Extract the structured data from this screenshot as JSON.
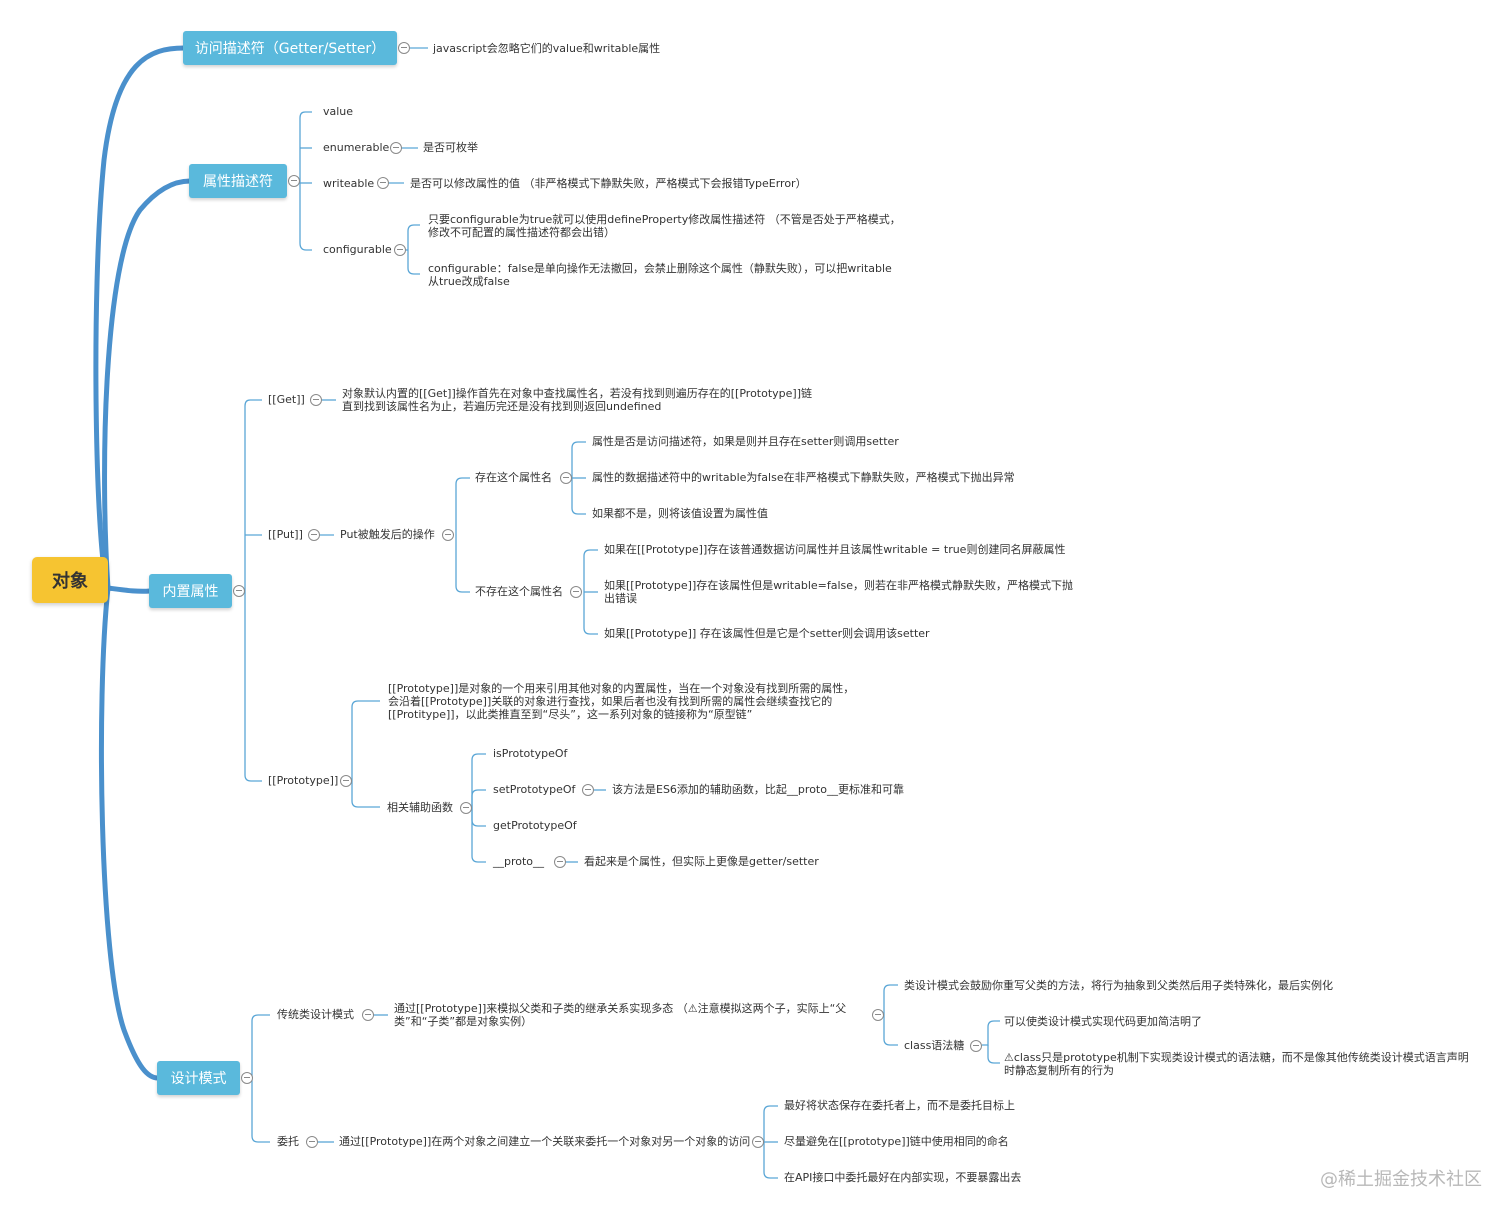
{
  "root": "对象",
  "accessor": {
    "label": "访问描述符（Getter/Setter）",
    "note": "javascript会忽略它们的value和writable属性"
  },
  "descriptor": {
    "label": "属性描述符",
    "value": "value",
    "enumerable": "enumerable",
    "enumerable_note": "是否可枚举",
    "writeable": "writeable",
    "writeable_note": "是否可以修改属性的值 （非严格模式下静默失败，严格模式下会报错TypeError）",
    "configurable": "configurable",
    "configurable_note1_l1": "只要configurable为true就可以使用defineProperty修改属性描述符 （不管是否处于严格模式，",
    "configurable_note1_l2": "修改不可配置的属性描述符都会出错）",
    "configurable_note2_l1": "configurable：false是单向操作无法撤回，会禁止删除这个属性（静默失败），可以把writable",
    "configurable_note2_l2": "从true改成false"
  },
  "builtin": {
    "label": "内置属性",
    "get": "[[Get]]",
    "get_note_l1": "对象默认内置的[[Get]]操作首先在对象中查找属性名，若没有找到则遍历存在的[[Prototype]]链",
    "get_note_l2": "直到找到该属性名为止，若遍历完还是没有找到则返回undefined",
    "put": "[[Put]]",
    "put_trigger": "Put被触发后的操作",
    "exists": "存在这个属性名",
    "exists_1": "属性是否是访问描述符，如果是则并且存在setter则调用setter",
    "exists_2": "属性的数据描述符中的writable为false在非严格模式下静默失败，严格模式下抛出异常",
    "exists_3": "如果都不是，则将该值设置为属性值",
    "notexists": "不存在这个属性名",
    "notexists_1": "如果在[[Prototype]]存在该普通数据访问属性并且该属性writable = true则创建同名屏蔽属性",
    "notexists_2_l1": "如果[[Prototype]]存在该属性但是writable=false，则若在非严格模式静默失败，严格模式下抛",
    "notexists_2_l2": "出错误",
    "notexists_3": "如果[[Prototype]] 存在该属性但是它是个setter则会调用该setter",
    "proto": "[[Prototype]]",
    "proto_note_l1": "[[Prototype]]是对象的一个用来引用其他对象的内置属性，当在一个对象没有找到所需的属性，",
    "proto_note_l2": "会沿着[[Prototype]]关联的对象进行查找，如果后者也没有找到所需的属性会继续查找它的",
    "proto_note_l3": "[[Protitype]]，以此类推直至到“尽头”，这一系列对象的链接称为“原型链”",
    "helpers": "相关辅助函数",
    "isPrototypeOf": "isPrototypeOf",
    "setPrototypeOf": "setPrototypeOf",
    "setPrototypeOf_note": "该方法是ES6添加的辅助函数，比起__proto__更标准和可靠",
    "getPrototypeOf": "getPrototypeOf",
    "dunder_proto": "__proto__",
    "dunder_proto_note": "看起来是个属性，但实际上更像是getter/setter"
  },
  "design": {
    "label": "设计模式",
    "classic": "传统类设计模式",
    "classic_note_l1": "通过[[Prototype]]来模拟父类和子类的继承关系实现多态 （⚠注意模拟这两个子，实际上“父",
    "classic_note_l2": "类”和“子类”都是对象实例）",
    "classic_1": "类设计模式会鼓励你重写父类的方法，将行为抽象到父类然后用子类特殊化，最后实例化",
    "class_syntax": "class语法糖",
    "class_syntax_1": "可以使类设计模式实现代码更加简洁明了",
    "class_syntax_2_l1": "⚠class只是prototype机制下实现类设计模式的语法糖，而不是像其他传统类设计模式语言声明",
    "class_syntax_2_l2": "时静态复制所有的行为",
    "delegate": "委托",
    "delegate_note": "通过[[Prototype]]在两个对象之间建立一个关联来委托一个对象对另一个对象的访问",
    "delegate_1": "最好将状态保存在委托者上，而不是委托目标上",
    "delegate_2": "尽量避免在[[prototype]]链中使用相同的命名",
    "delegate_3": "在API接口中委托最好在内部实现，不要暴露出去"
  },
  "watermark": "@稀土掘金技术社区",
  "colors": {
    "main_branch": "#4a90cc",
    "topic_fill": "#5ab9dc",
    "root_fill": "#f6c431",
    "line": "#5aa6d6"
  }
}
